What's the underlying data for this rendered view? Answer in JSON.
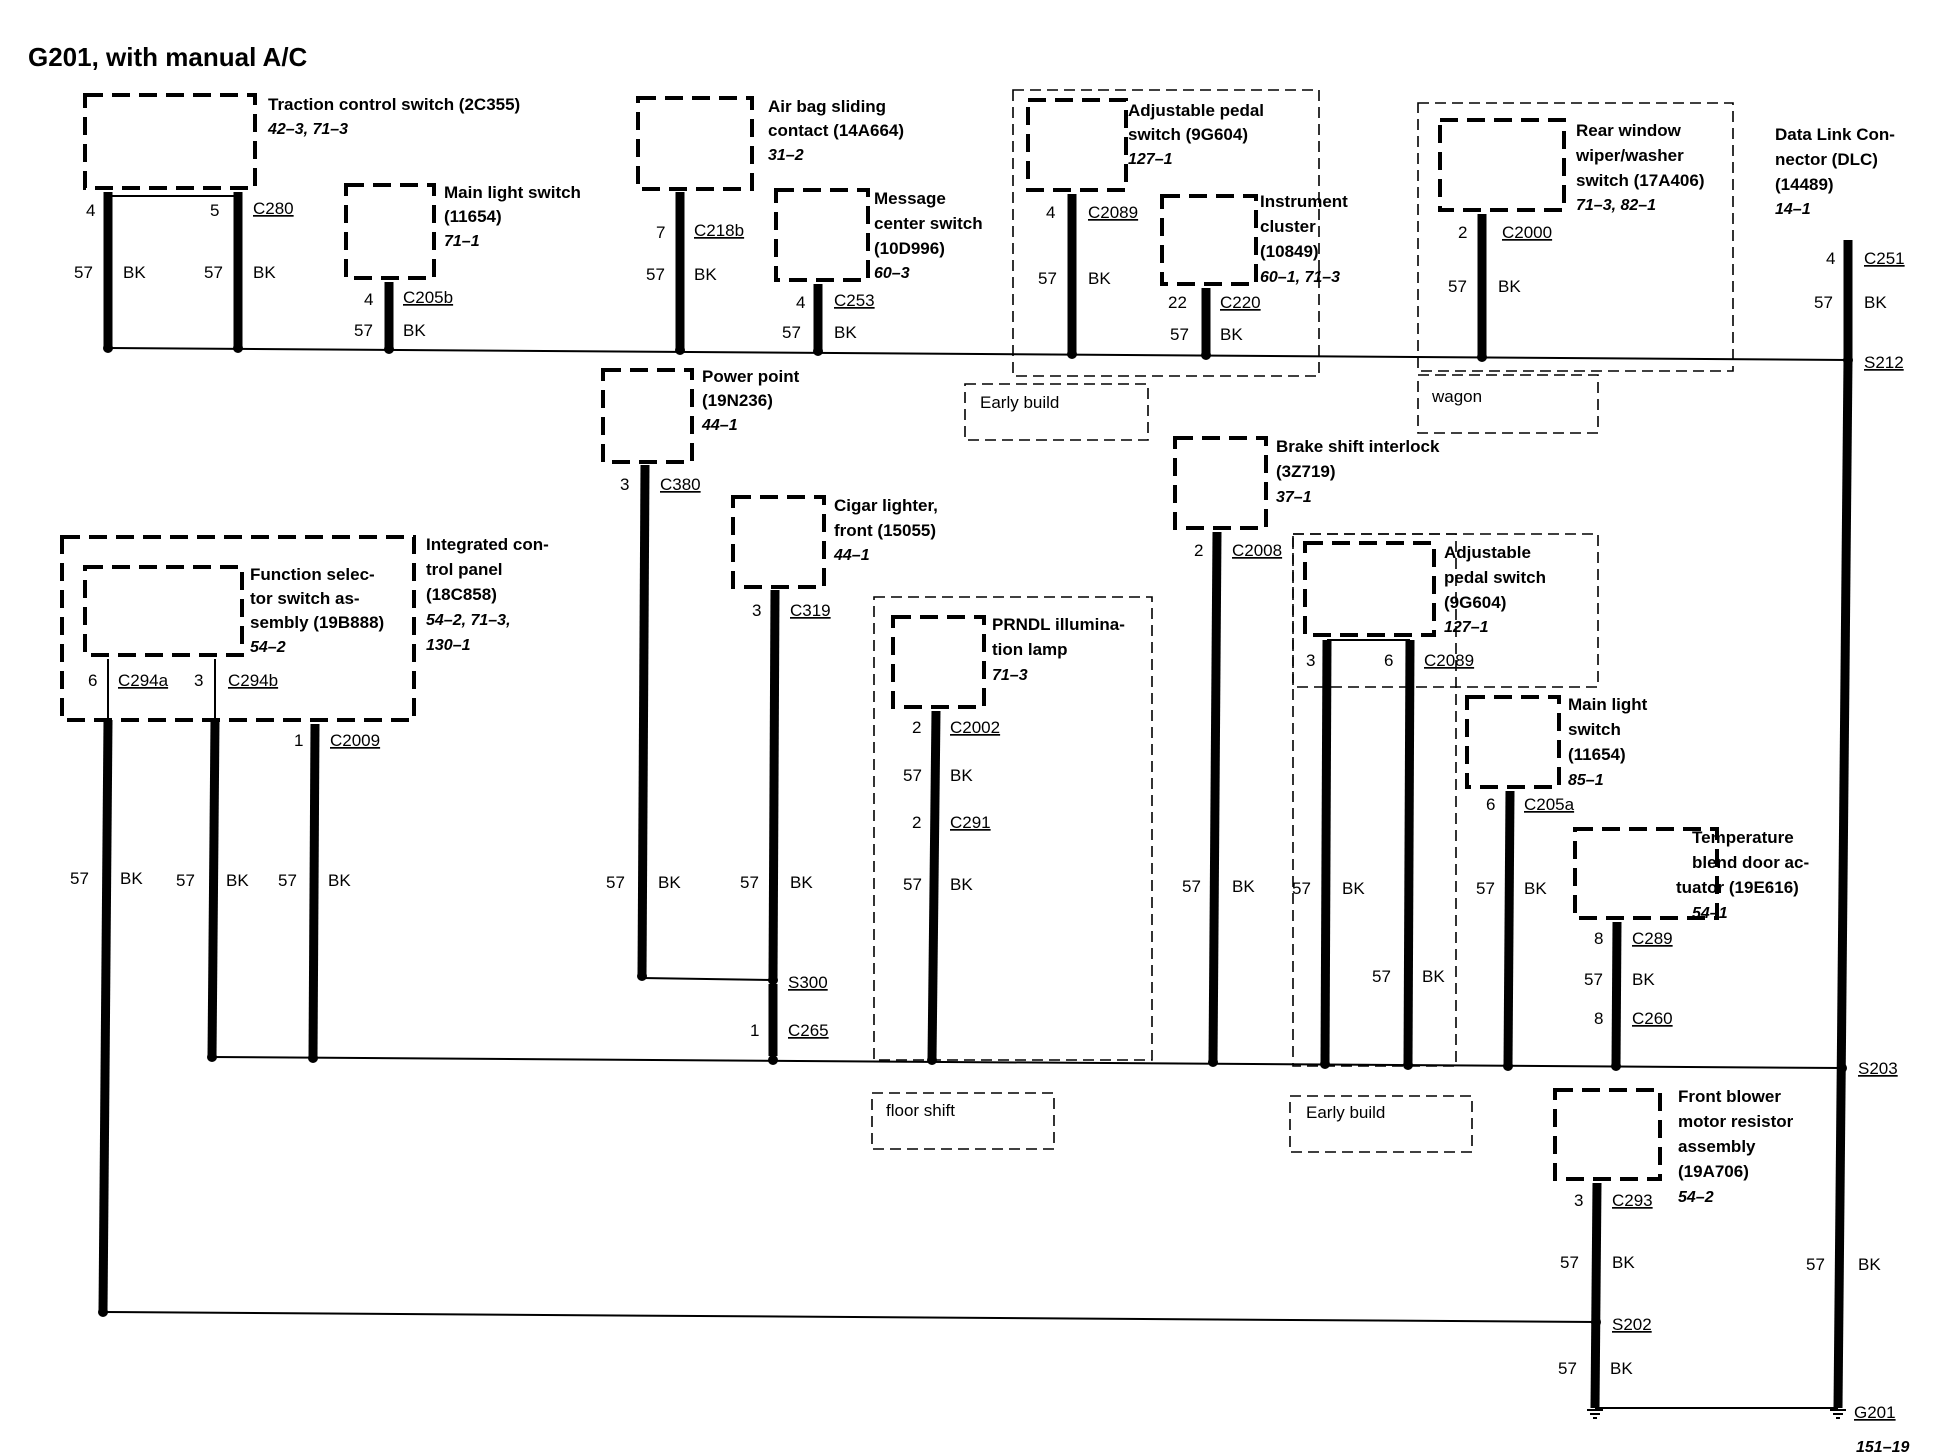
{
  "title": "G201, with manual A/C",
  "page_ref": "151–19",
  "components": {
    "traction": {
      "l1": "Traction control switch (2C355)",
      "ref": "42–3, 71–3"
    },
    "main_light_1": {
      "l1": "Main light switch",
      "l2": "(11654)",
      "ref": "71–1"
    },
    "airbag": {
      "l1": "Air bag sliding",
      "l2": "contact (14A664)",
      "ref": "31–2"
    },
    "message": {
      "l1": "Message",
      "l2": "center switch",
      "l3": "(10D996)",
      "ref": "60–3"
    },
    "adj_pedal_1": {
      "l1": "Adjustable pedal",
      "l2": "switch (9G604)",
      "ref": "127–1"
    },
    "instrument": {
      "l1": "Instrument",
      "l2": "cluster",
      "l3": "(10849)",
      "ref": "60–1, 71–3"
    },
    "rear_wiper": {
      "l1": "Rear window",
      "l2": "wiper/washer",
      "l3": "switch (17A406)",
      "ref": "71–3, 82–1"
    },
    "dlc": {
      "l1": "Data Link Con-",
      "l2": "nector (DLC)",
      "l3": "(14489)",
      "ref": "14–1"
    },
    "power_point": {
      "l1": "Power point",
      "l2": "(19N236)",
      "ref": "44–1"
    },
    "cigar": {
      "l1": "Cigar lighter,",
      "l2": "front (15055)",
      "ref": "44–1"
    },
    "brake_shift": {
      "l1": "Brake shift interlock",
      "l2": "(3Z719)",
      "ref": "37–1"
    },
    "adj_pedal_2": {
      "l1": "Adjustable",
      "l2": "pedal switch",
      "l3": "(9G604)",
      "ref": "127–1"
    },
    "icp": {
      "l1": "Integrated con-",
      "l2": "trol panel",
      "l3": "(18C858)",
      "ref1": "54–2, 71–3,",
      "ref2": "130–1"
    },
    "fsa": {
      "l1": "Function selec-",
      "l2": "tor switch as-",
      "l3": "sembly (19B888)",
      "ref": "54–2"
    },
    "prndl": {
      "l1": "PRNDL illumina-",
      "l2": "tion lamp",
      "ref": "71–3"
    },
    "main_light_2": {
      "l1": "Main light",
      "l2": "switch",
      "l3": "(11654)",
      "ref": "85–1"
    },
    "temp_blend": {
      "l1": "Temperature",
      "l2": "blend door ac-",
      "l3": "tuator (19E616)",
      "ref": "54–1"
    },
    "blower": {
      "l1": "Front blower",
      "l2": "motor resistor",
      "l3": "assembly",
      "l4": "(19A706)",
      "ref": "54–2"
    }
  },
  "options": {
    "early_build_1": "Early build",
    "wagon": "wagon",
    "floor_shift": "floor shift",
    "early_build_2": "Early build"
  },
  "connectors": {
    "c280": "C280",
    "c205b": "C205b",
    "c218b": "C218b",
    "c253": "C253",
    "c2089_top": "C2089",
    "c220": "C220",
    "c2000": "C2000",
    "c251": "C251",
    "c380": "C380",
    "c319": "C319",
    "c2008": "C2008",
    "c2089_mid": "C2089",
    "c294a": "C294a",
    "c294b": "C294b",
    "c2009": "C2009",
    "c2002": "C2002",
    "c291": "C291",
    "c205a": "C205a",
    "c289": "C289",
    "c260": "C260",
    "c265": "C265",
    "c293": "C293"
  },
  "splices": {
    "s212": "S212",
    "s300": "S300",
    "s203": "S203",
    "s202": "S202",
    "g201": "G201"
  },
  "pins": {
    "traction_a": "4",
    "traction_b": "5",
    "main_light_1": "4",
    "airbag": "7",
    "message": "4",
    "adj_pedal_1": "4",
    "instrument": "22",
    "rear_wiper": "2",
    "dlc": "4",
    "power_point": "3",
    "cigar": "3",
    "brake_shift": "2",
    "adj_pedal_2a": "3",
    "adj_pedal_2b": "6",
    "icp_a": "6",
    "icp_b": "3",
    "icp_c": "1",
    "prndl_a": "2",
    "prndl_b": "2",
    "main_light_2": "6",
    "temp_a": "8",
    "temp_b": "8",
    "cigar_c265": "1",
    "blower": "3"
  },
  "wire": {
    "circuit": "57",
    "color": "BK"
  }
}
